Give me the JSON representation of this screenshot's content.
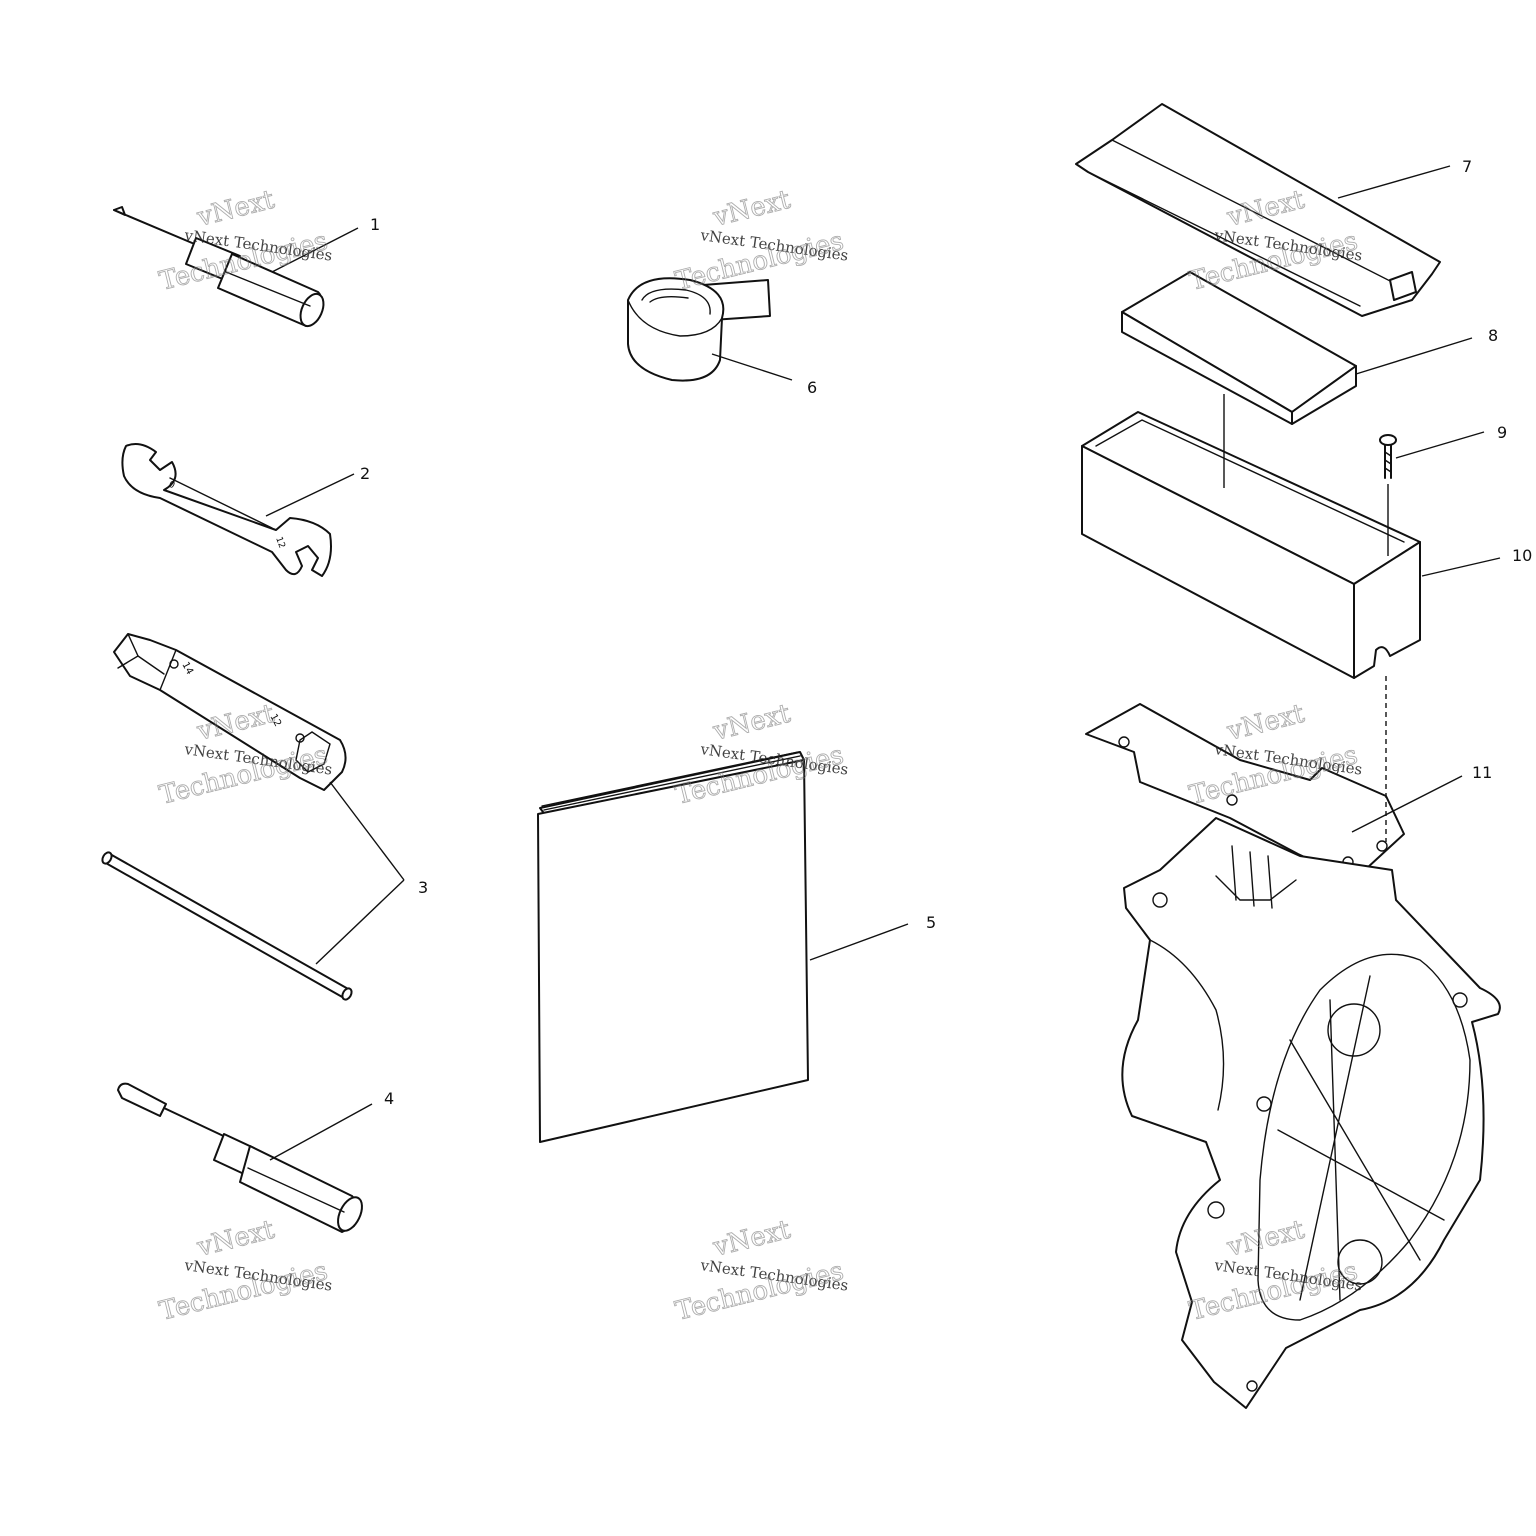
{
  "callouts": [
    {
      "id": "1",
      "label": "1"
    },
    {
      "id": "2",
      "label": "2"
    },
    {
      "id": "3",
      "label": "3"
    },
    {
      "id": "4",
      "label": "4"
    },
    {
      "id": "5",
      "label": "5"
    },
    {
      "id": "6",
      "label": "6"
    },
    {
      "id": "7",
      "label": "7"
    },
    {
      "id": "8",
      "label": "8"
    },
    {
      "id": "9",
      "label": "9"
    },
    {
      "id": "10",
      "label": "10"
    },
    {
      "id": "11",
      "label": "11"
    }
  ],
  "watermark": {
    "line1": "vNext Technologies",
    "line2": "vNext",
    "line3": "Technologies"
  }
}
